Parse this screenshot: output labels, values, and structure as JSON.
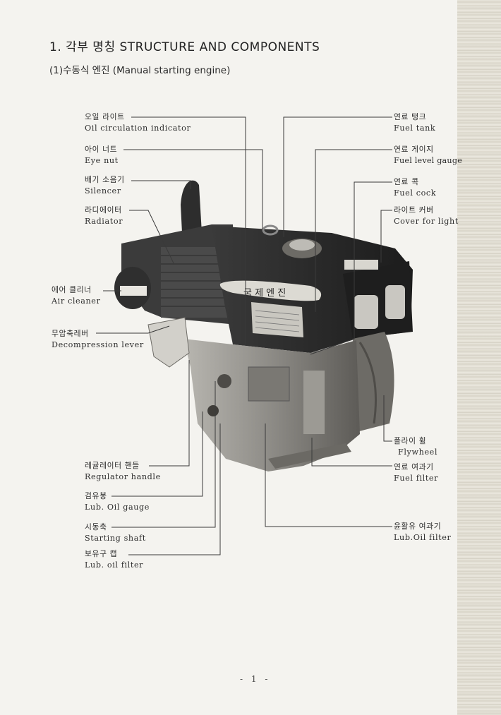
{
  "header": {
    "title": "1. 각부 명칭 STRUCTURE AND COMPONENTS",
    "subtitle": "(1)수동식 엔진 (Manual starting engine)"
  },
  "engine_plate": {
    "brand_label": "국 제 엔 진"
  },
  "labels": {
    "oil_circulation_indicator": {
      "ko": "오일 라이트",
      "en": "Oil circulation indicator"
    },
    "eye_nut": {
      "ko": "아이 너트",
      "en": "Eye nut"
    },
    "silencer": {
      "ko": "배기 소음기",
      "en": "Silencer"
    },
    "radiator": {
      "ko": "라디에이터",
      "en": "Radiator"
    },
    "air_cleaner": {
      "ko": "에어 클리너",
      "en": "Air cleaner"
    },
    "decompression_lever": {
      "ko": "무압축레버",
      "en": "Decompression lever"
    },
    "regulator_handle": {
      "ko": "레귤레이터 핸들",
      "en": "Regulator handle"
    },
    "lub_oil_gauge": {
      "ko": "검유봉",
      "en": "Lub. Oil gauge"
    },
    "starting_shaft": {
      "ko": "시동축",
      "en": "Starting shaft"
    },
    "lub_oil_filter_cap": {
      "ko": "보유구 캡",
      "en": "Lub. oil filter"
    },
    "fuel_tank": {
      "ko": "연료 탱크",
      "en": "Fuel tank"
    },
    "fuel_level_gauge": {
      "ko": "연료 게이지",
      "en": "Fuel level gauge"
    },
    "fuel_cock": {
      "ko": "연료 콕",
      "en": "Fuel cock"
    },
    "cover_for_light": {
      "ko": "라이트 커버",
      "en": "Cover for light"
    },
    "flywheel": {
      "ko": "플라이 휠",
      "en": "Flywheel"
    },
    "fuel_filter": {
      "ko": "연료 여과기",
      "en": "Fuel filter"
    },
    "lub_oil_filter": {
      "ko": "윤활유 여과기",
      "en": "Lub.Oil filter"
    }
  },
  "footer": {
    "page_number": "- 1 -"
  }
}
